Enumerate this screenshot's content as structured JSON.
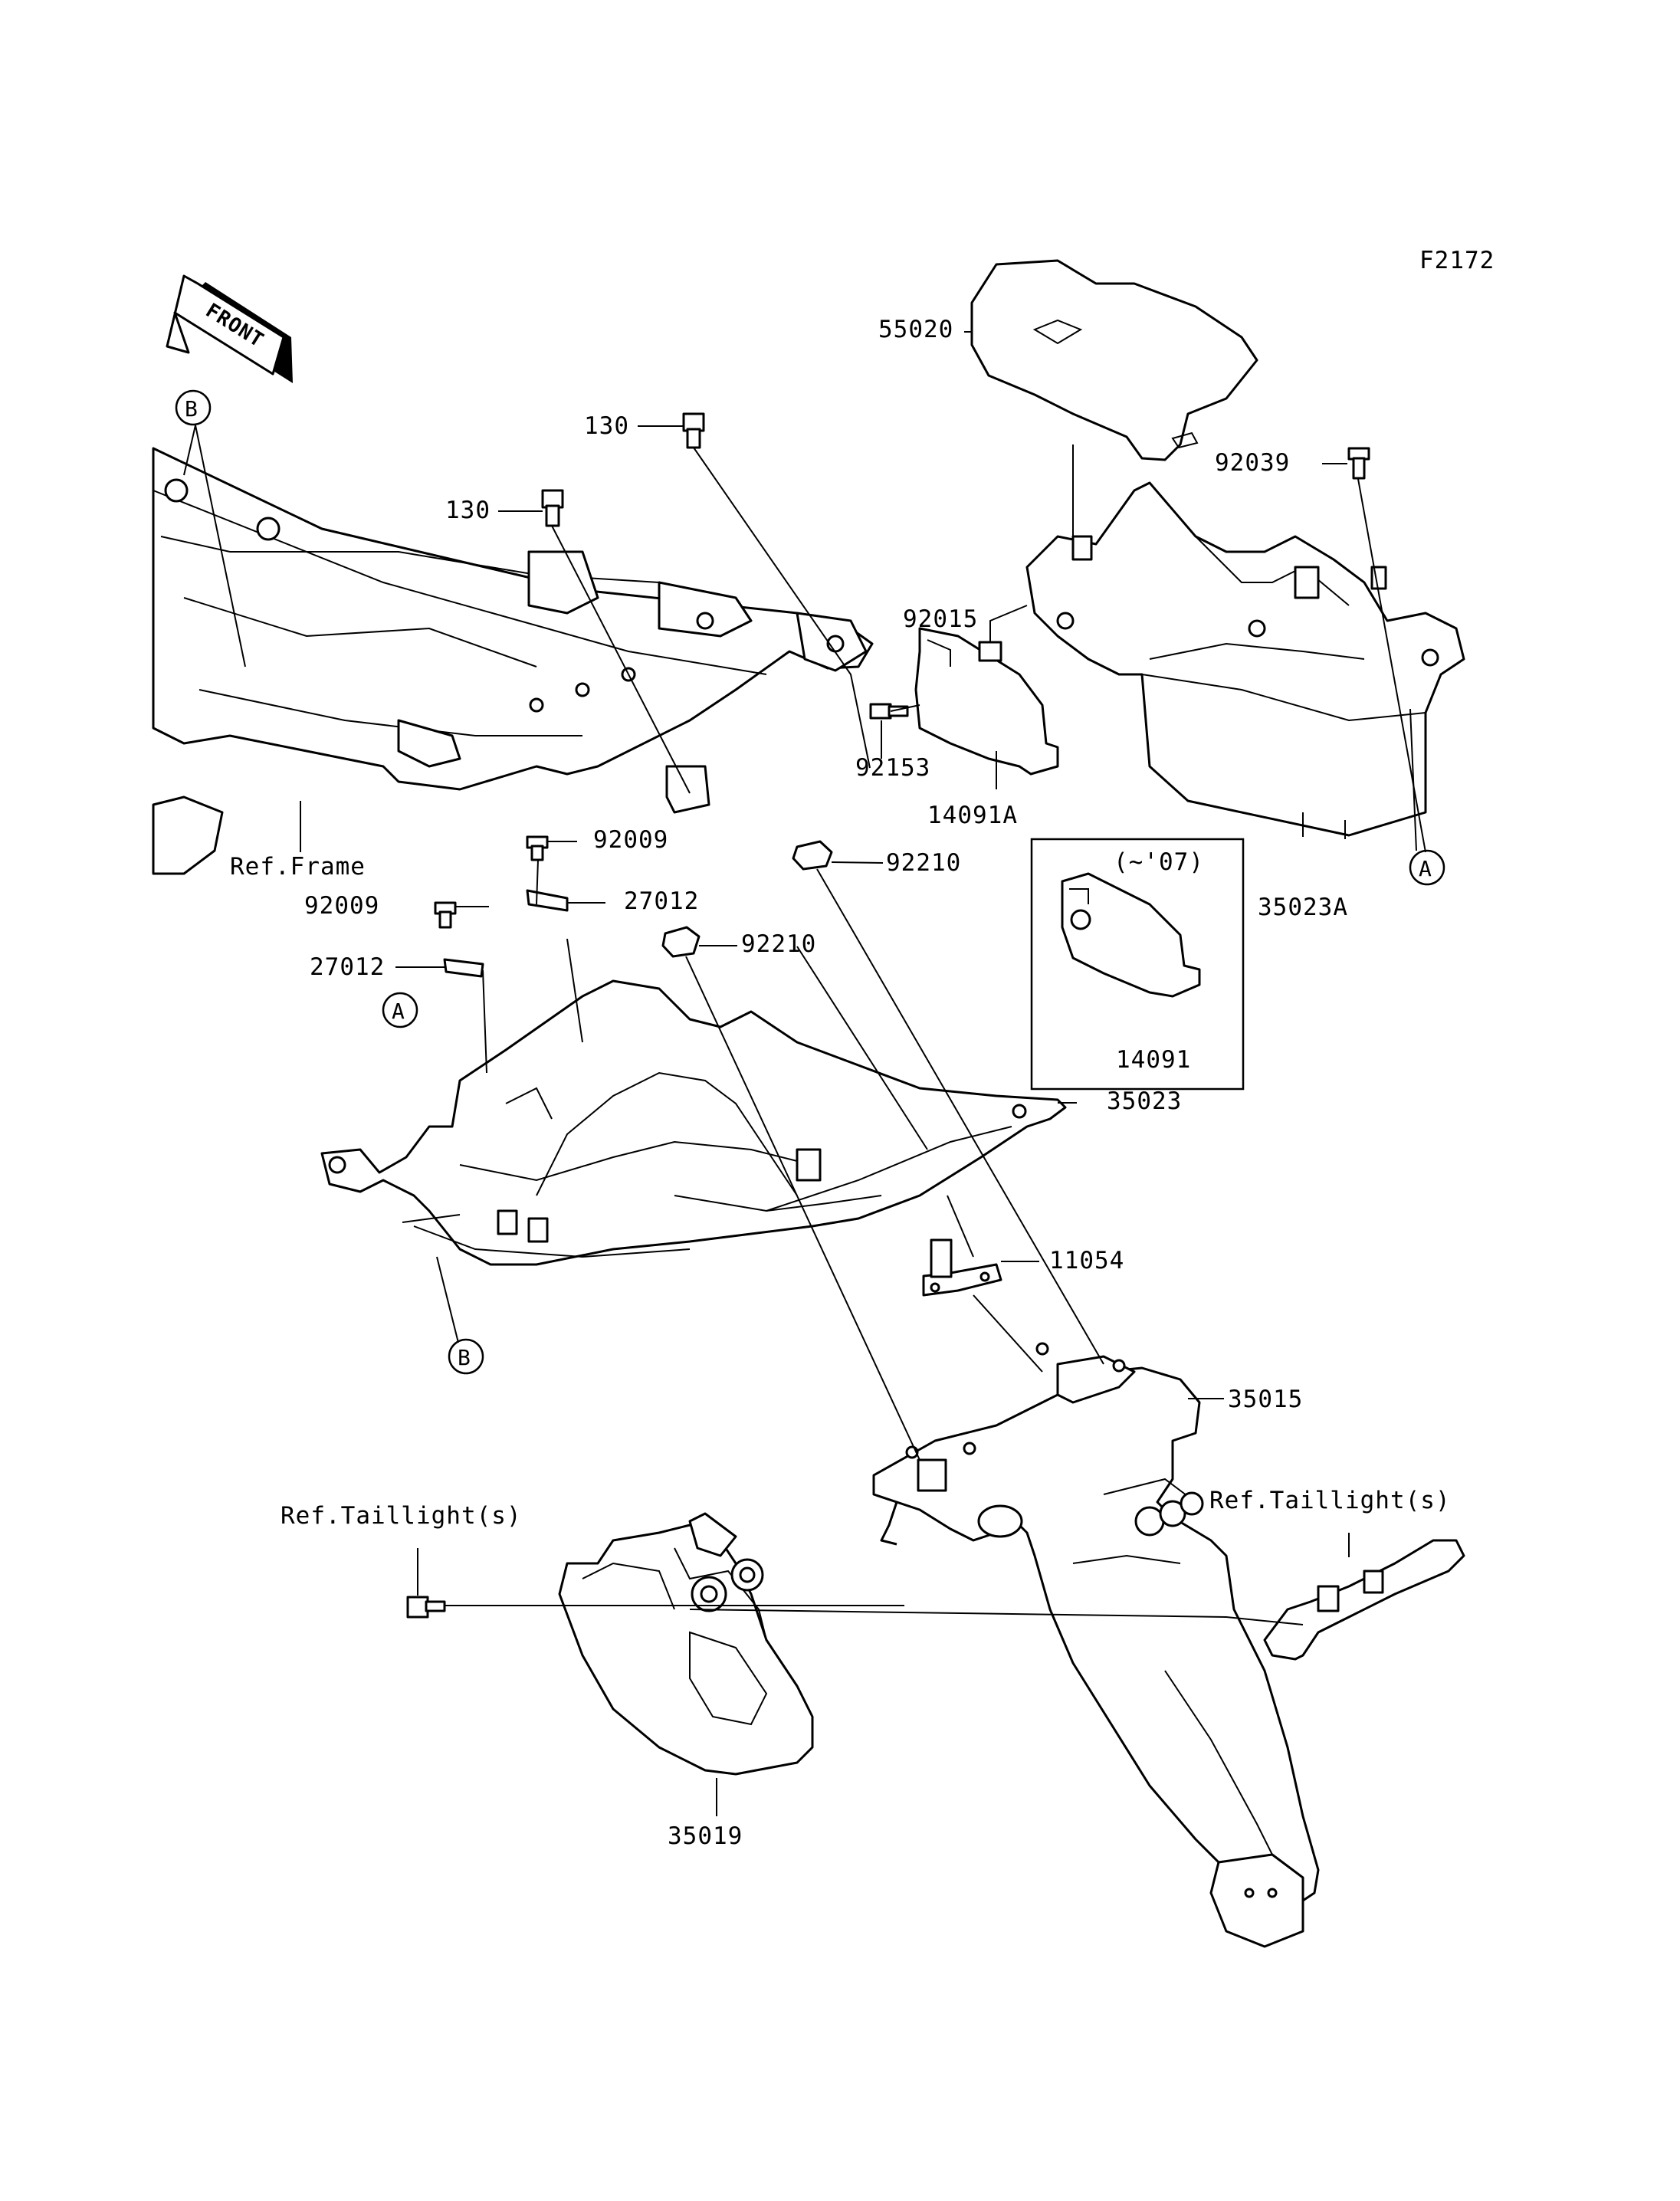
{
  "figure_code": "F2172",
  "front_label": "FRONT",
  "callouts": {
    "c55020": "55020",
    "c92039": "92039",
    "c130a": "130",
    "c130b": "130",
    "c92015": "92015",
    "c92153": "92153",
    "c14091A": "14091A",
    "c35023A": "35023A",
    "c92210a": "92210",
    "c92210b": "92210",
    "c92009a": "92009",
    "c92009b": "92009",
    "c27012a": "27012",
    "c27012b": "27012",
    "c35023": "35023",
    "c11054": "11054",
    "c35015": "35015",
    "c35019": "35019",
    "c14091": "14091",
    "inset_note": "(~'07)",
    "ref_frame": "Ref.Frame",
    "ref_tail_left": "Ref.Taillight(s)",
    "ref_tail_right": "Ref.Taillight(s)"
  },
  "markers": {
    "a1": "A",
    "a2": "A",
    "b1": "B",
    "b2": "B"
  },
  "colors": {
    "line": "#000000",
    "background": "#ffffff"
  }
}
